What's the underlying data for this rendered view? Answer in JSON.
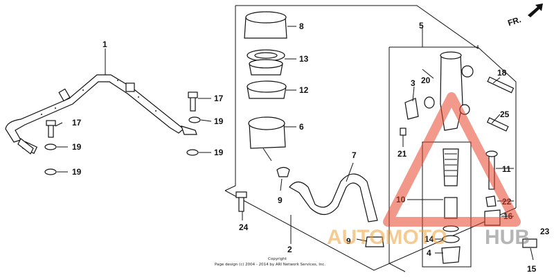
{
  "diagram": {
    "direction_label": "FR.",
    "callouts": {
      "p1": "1",
      "p2": "2",
      "p3": "3",
      "p4": "4",
      "p5": "5",
      "p6": "6",
      "p7": "7",
      "p8": "8",
      "p9a": "9",
      "p9b": "9",
      "p10": "10",
      "p11": "11",
      "p12": "12",
      "p13": "13",
      "p14": "14",
      "p15": "15",
      "p16": "16",
      "p17a": "17",
      "p17b": "17",
      "p18": "18",
      "p19a": "19",
      "p19b": "19",
      "p19c": "19",
      "p19d": "19",
      "p20": "20",
      "p21": "21",
      "p22": "22",
      "p23": "23",
      "p24": "24",
      "p25": "25"
    },
    "copyright_line1": "Copyright",
    "copyright_line2": "Page design (c) 2004 - 2014 by ARI Network Services, Inc."
  },
  "watermark": {
    "word_auto": "AUTOMOTO",
    "word_hub": "HUB",
    "accent_color": "#e8452c",
    "secondary_color": "#7a7a7a"
  }
}
